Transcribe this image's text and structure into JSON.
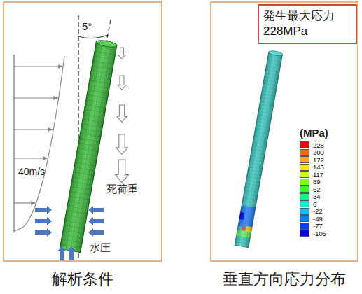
{
  "diagram": {
    "nodes": [
      {
        "text": [
          "解析条件"
        ]
      },
      {
        "text": [
          "垂直方向応力分布"
        ]
      },
      {
        "text": [
          "発生最大応力 228MPa"
        ],
        "in": 1
      }
    ],
    "labels": [
      "5°",
      "40m/s",
      "死荷重",
      "水圧",
      "(MPa)"
    ],
    "legend": [
      {
        "text": "228",
        "color": "#ff0000"
      },
      {
        "text": "200",
        "color": "#ff6a00"
      },
      {
        "text": "172",
        "color": "#ffaa00"
      },
      {
        "text": "145",
        "color": "#ffe000"
      },
      {
        "text": "117",
        "color": "#ccff00"
      },
      {
        "text": "89",
        "color": "#7cff00"
      },
      {
        "text": "62",
        "color": "#2cff2c"
      },
      {
        "text": "34",
        "color": "#00ff88"
      },
      {
        "text": "6",
        "color": "#00f0d0"
      },
      {
        "text": "-22",
        "color": "#00c0ff"
      },
      {
        "text": "-49",
        "color": "#0080ff"
      },
      {
        "text": "-77",
        "color": "#0040ff"
      },
      {
        "text": "-105",
        "color": "#0000ff"
      }
    ]
  }
}
